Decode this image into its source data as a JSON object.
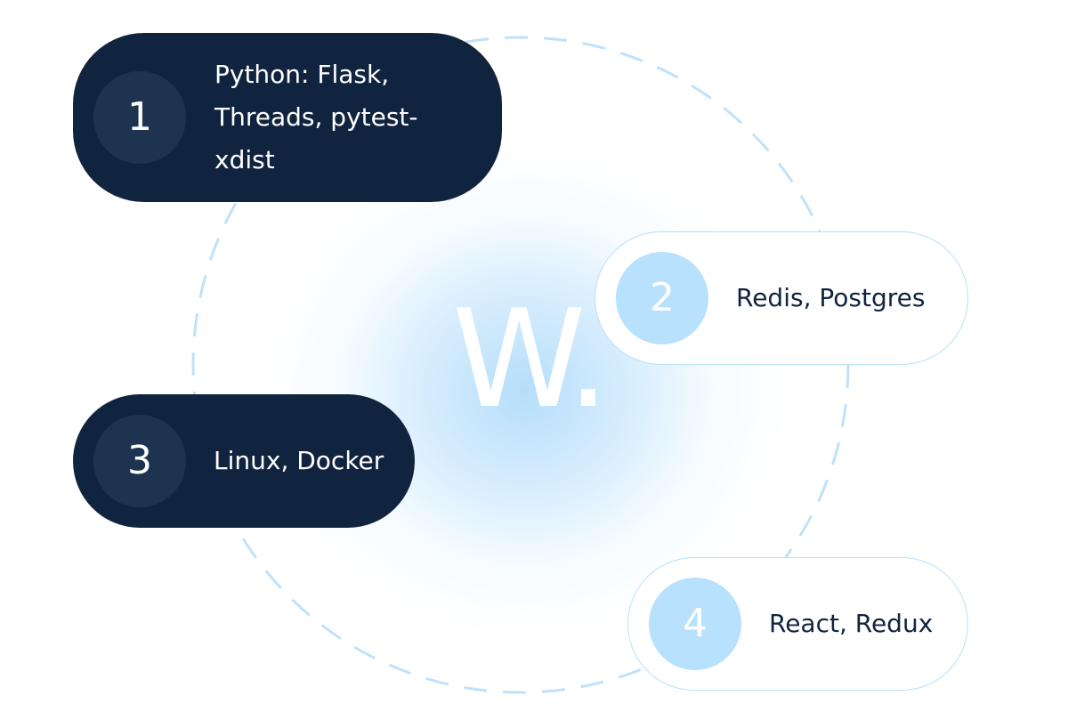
{
  "logo": {
    "text": "W."
  },
  "colors": {
    "dark_pill": "#11243f",
    "dark_badge": "#1d3350",
    "light_badge": "#b7e1fc",
    "accent_border": "#b9e0fa",
    "glow": "#a8d8fa"
  },
  "items": [
    {
      "number": "1",
      "label": "Python: Flask, Threads, pytest-xdist",
      "style": "dark"
    },
    {
      "number": "2",
      "label": "Redis, Postgres",
      "style": "light"
    },
    {
      "number": "3",
      "label": "Linux, Docker",
      "style": "dark"
    },
    {
      "number": "4",
      "label": "React, Redux",
      "style": "light"
    }
  ]
}
